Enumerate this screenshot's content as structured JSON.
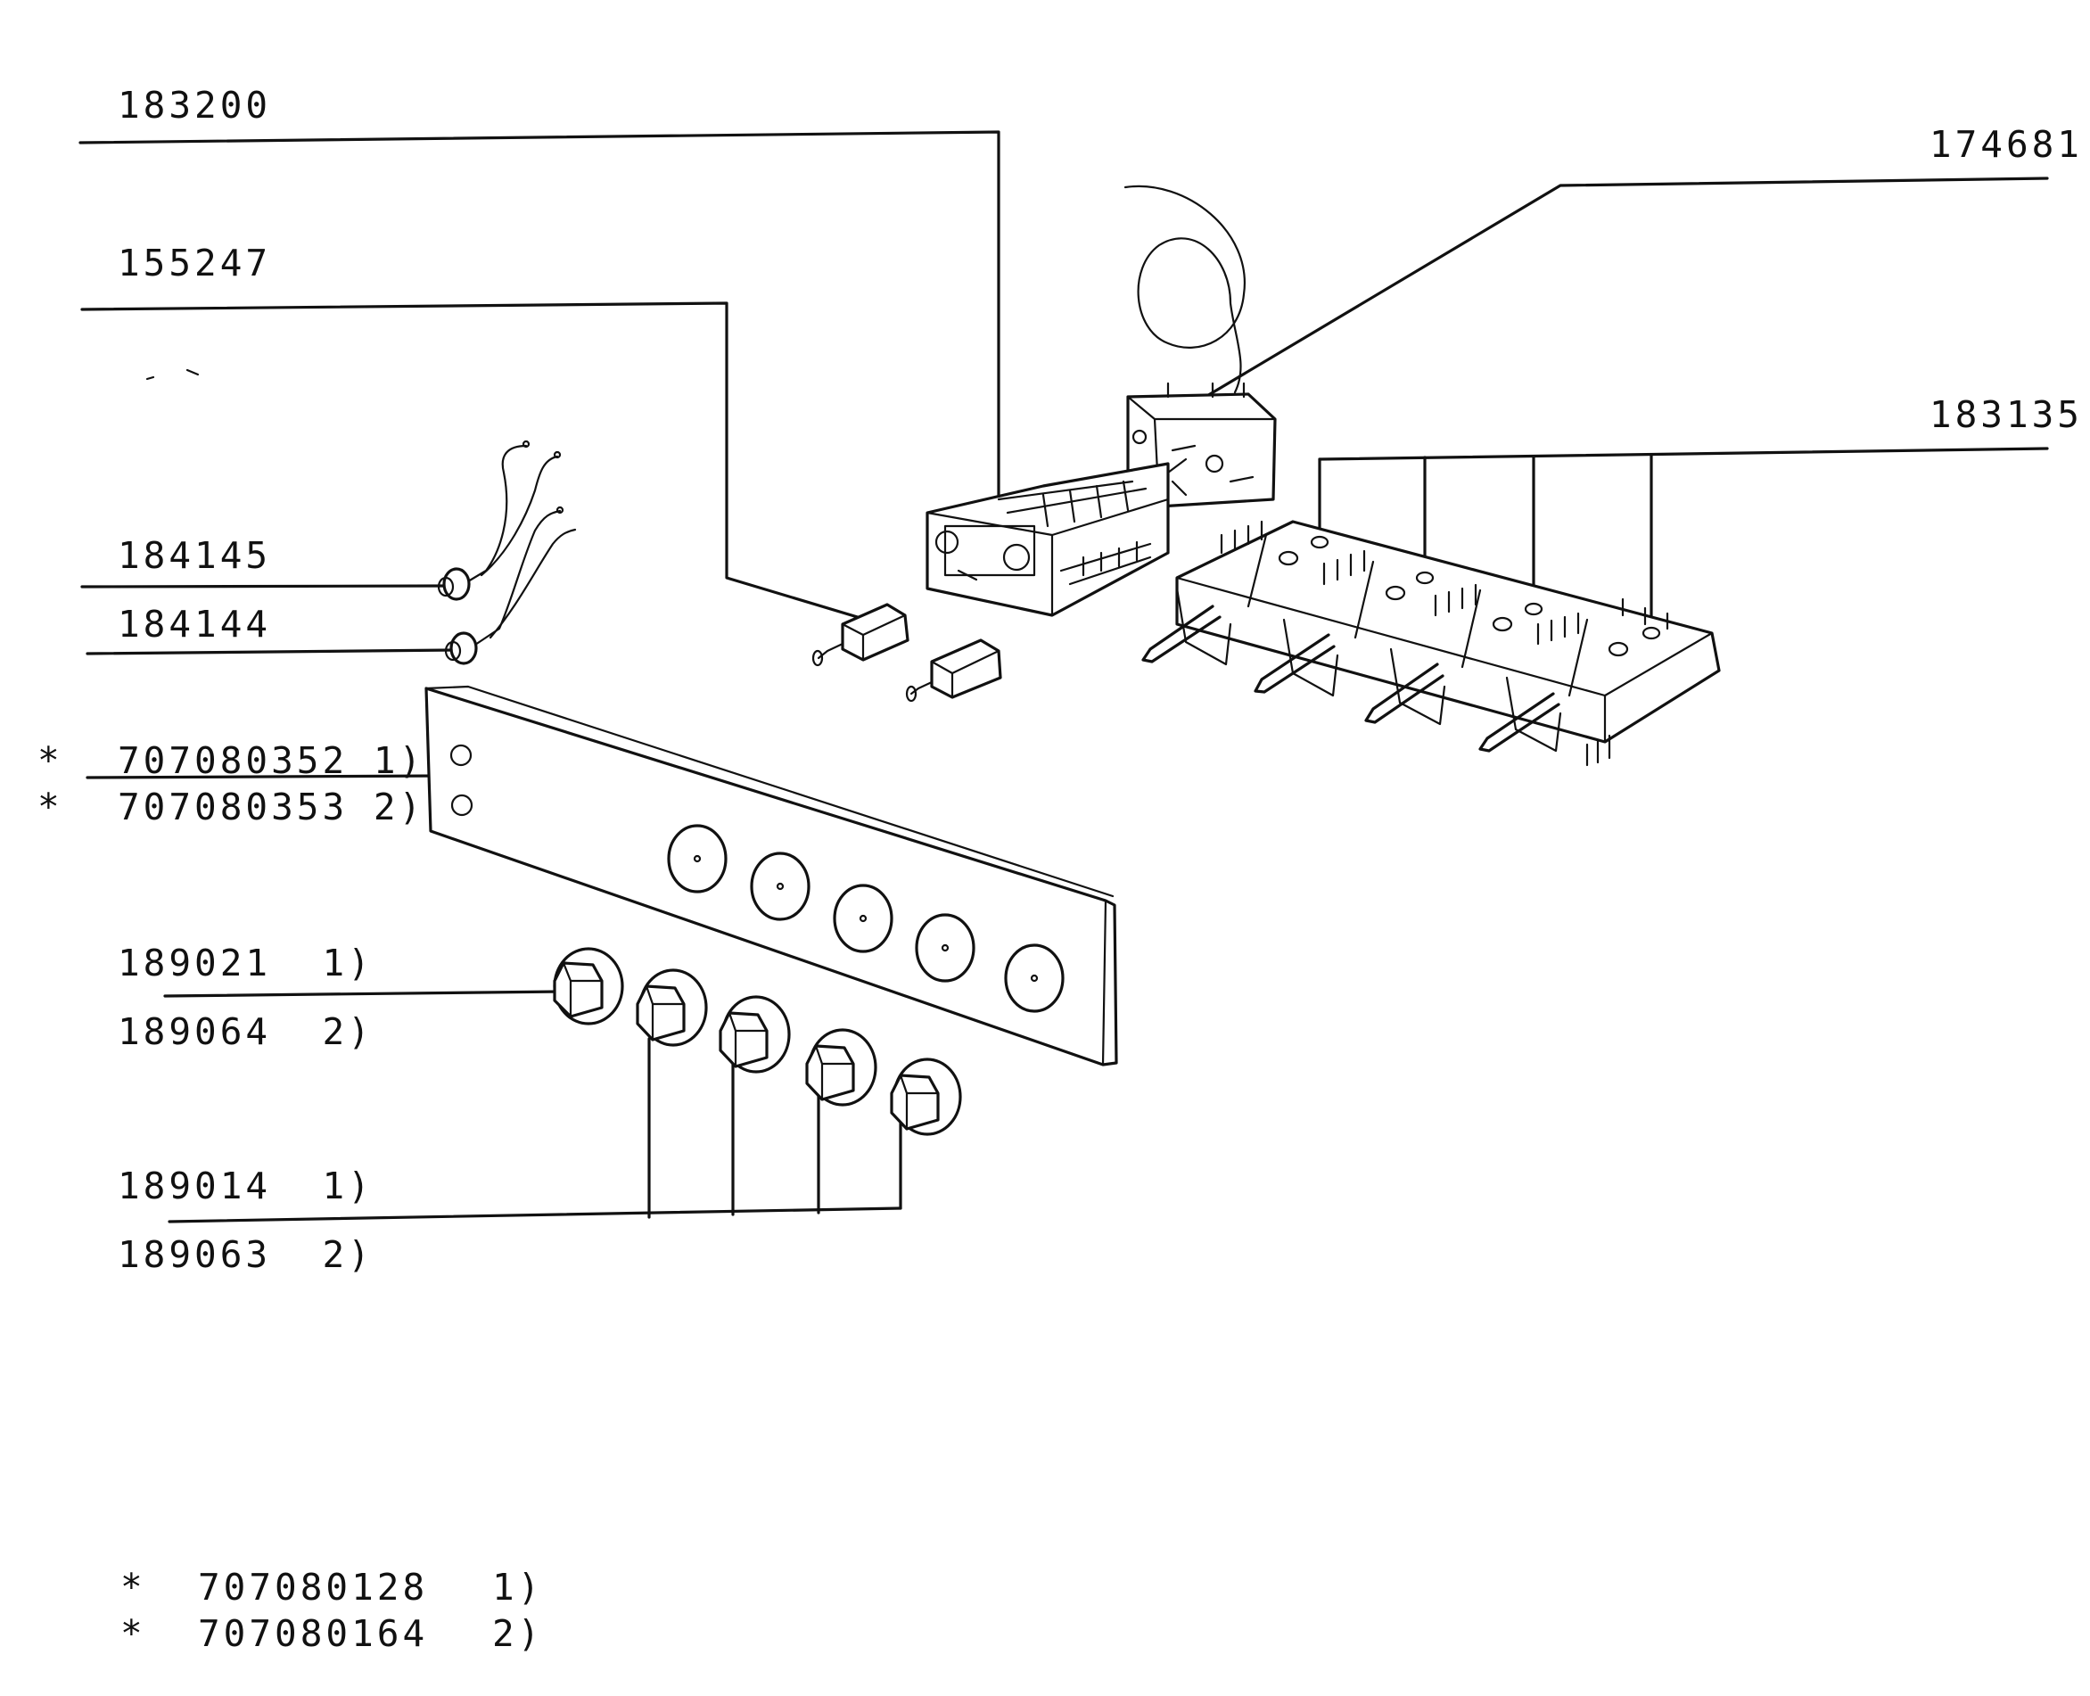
{
  "part_numbers": {
    "display_module": "183200",
    "switch_block": "174681",
    "spindle_adapters": "155247",
    "energy_regulators": "183135",
    "pilot_lamp_1": "184145",
    "pilot_lamp_2": "184144",
    "panel_1": {
      "number": "707080352",
      "variant": "1)",
      "marker": "*"
    },
    "panel_2": {
      "number": "707080353",
      "variant": "2)",
      "marker": "*"
    },
    "knob_single_1": {
      "number": "189021",
      "variant": "1)"
    },
    "knob_single_2": {
      "number": "189064",
      "variant": "2)"
    },
    "knob_set_1": {
      "number": "189014",
      "variant": "1)"
    },
    "knob_set_2": {
      "number": "189063",
      "variant": "2)"
    },
    "footer_1": {
      "marker": "*",
      "number": "707080128",
      "variant": "1)"
    },
    "footer_2": {
      "marker": "*",
      "number": "707080164",
      "variant": "2)"
    }
  },
  "colors": {
    "ink": "#111111",
    "paper": "#ffffff"
  }
}
